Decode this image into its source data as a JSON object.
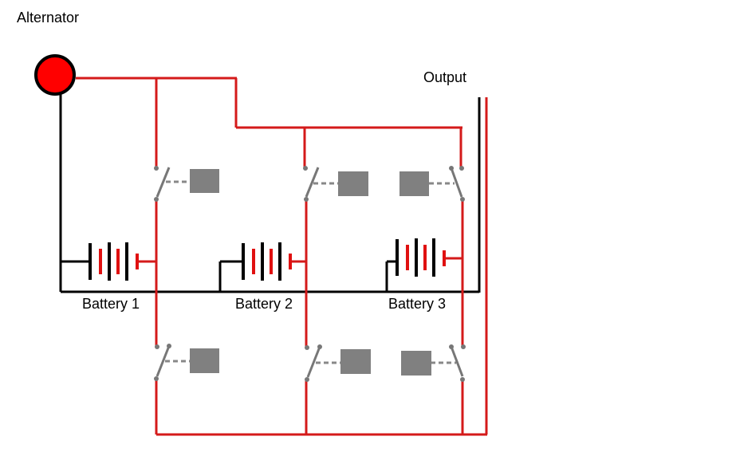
{
  "labels": {
    "alternator": "Alternator",
    "output": "Output",
    "battery1": "Battery 1",
    "battery2": "Battery 2",
    "battery3": "Battery 3"
  },
  "colors": {
    "wire_positive": "#d41a1a",
    "wire_negative": "#000000",
    "alternator_fill": "#ff0000",
    "switch_gray": "#777777",
    "relay_gray": "#808080"
  },
  "components": {
    "alternator": "red circle source",
    "batteries": 3,
    "switches": 6,
    "relays": 6
  }
}
